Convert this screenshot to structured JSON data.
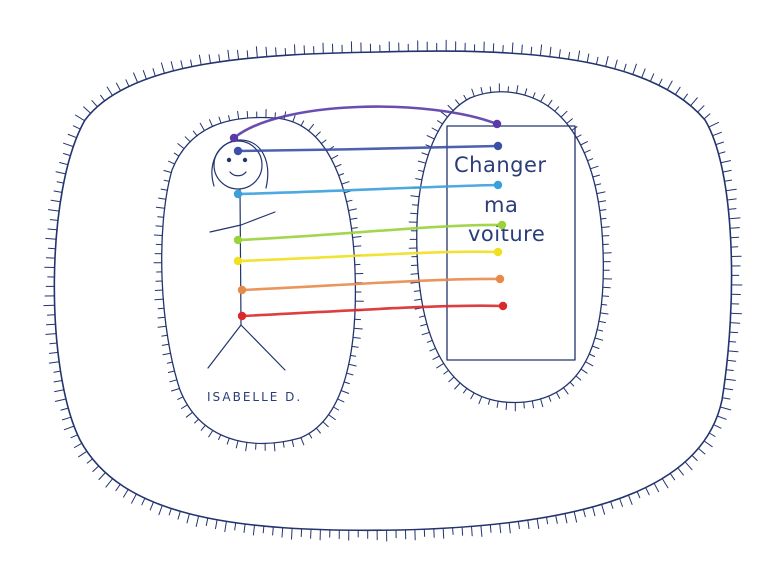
{
  "person": {
    "name": "ISABELLE D."
  },
  "goal": {
    "lines": [
      "Changer",
      "ma",
      "voiture"
    ]
  },
  "links": [
    {
      "name": "violet",
      "color": "#5a3aa8"
    },
    {
      "name": "indigo",
      "color": "#3a50a8"
    },
    {
      "name": "blue",
      "color": "#3aa0dc"
    },
    {
      "name": "green",
      "color": "#9ad23a"
    },
    {
      "name": "yellow",
      "color": "#f0e020"
    },
    {
      "name": "orange",
      "color": "#e88a4a"
    },
    {
      "name": "red",
      "color": "#d82a2a"
    }
  ],
  "colors": {
    "ink": "#23346f"
  }
}
